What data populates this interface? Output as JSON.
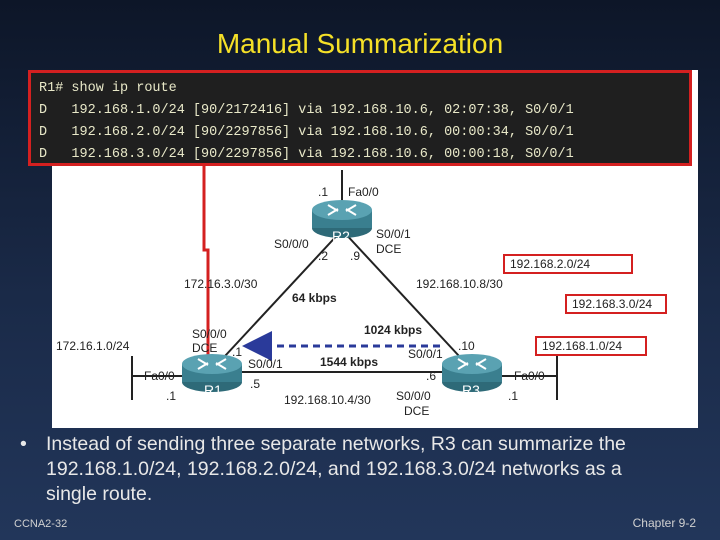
{
  "title": "Manual Summarization",
  "route_table": {
    "lines": [
      "R1# show ip route",
      "D   192.168.1.0/24 [90/2172416] via 192.168.10.6, 02:07:38, S0/0/1",
      "D   192.168.2.0/24 [90/2297856] via 192.168.10.6, 00:00:34, S0/0/1",
      "D   192.168.3.0/24 [90/2297856] via 192.168.10.6, 00:00:18, S0/0/1"
    ]
  },
  "diagram": {
    "r1": {
      "name": "R1",
      "fa": "Fa0/0",
      "fa_host": ".1",
      "s000": "S0/0/0",
      "dce": "DCE",
      "s000_host": ".1",
      "s001": "S0/0/1",
      "s001_host": ".5"
    },
    "r2": {
      "name": "R2",
      "fa": "Fa0/0",
      "fa_host": ".1",
      "s000": "S0/0/0",
      "s000_host": ".2",
      "s001": "S0/0/1",
      "dce": "DCE",
      "s001_host": ".9"
    },
    "r3": {
      "name": "R3",
      "fa": "Fa0/0",
      "fa_host": ".1",
      "s000": "S0/0/0",
      "dce": "DCE",
      "s000_host": ".6",
      "s001": "S0/0/1",
      "s001_host": ".10"
    },
    "networks": {
      "r1_lan": "172.16.1.0/24",
      "r1_r2": "172.16.3.0/30",
      "r2_r3": "192.168.10.8/30",
      "r1_r3": "192.168.10.4/30"
    },
    "links": {
      "r1_r2_bw": "64 kbps",
      "r2_r3_bw": "1024 kbps",
      "r1_r3_bw": "1544 kbps"
    },
    "boxes": [
      "192.168.2.0/24",
      "192.168.3.0/24",
      "192.168.1.0/24"
    ]
  },
  "bullet": "Instead of sending three separate networks, R3 can summarize the 192.168.1.0/24, 192.168.2.0/24, and 192.168.3.0/24 networks as a single route.",
  "footer": {
    "left": "CCNA2-32",
    "right": "Chapter  9-2"
  },
  "colors": {
    "title": "#f5e027",
    "highlight": "#d42020",
    "arrow": "#2a3a9a",
    "router": "#3a7f8f"
  }
}
